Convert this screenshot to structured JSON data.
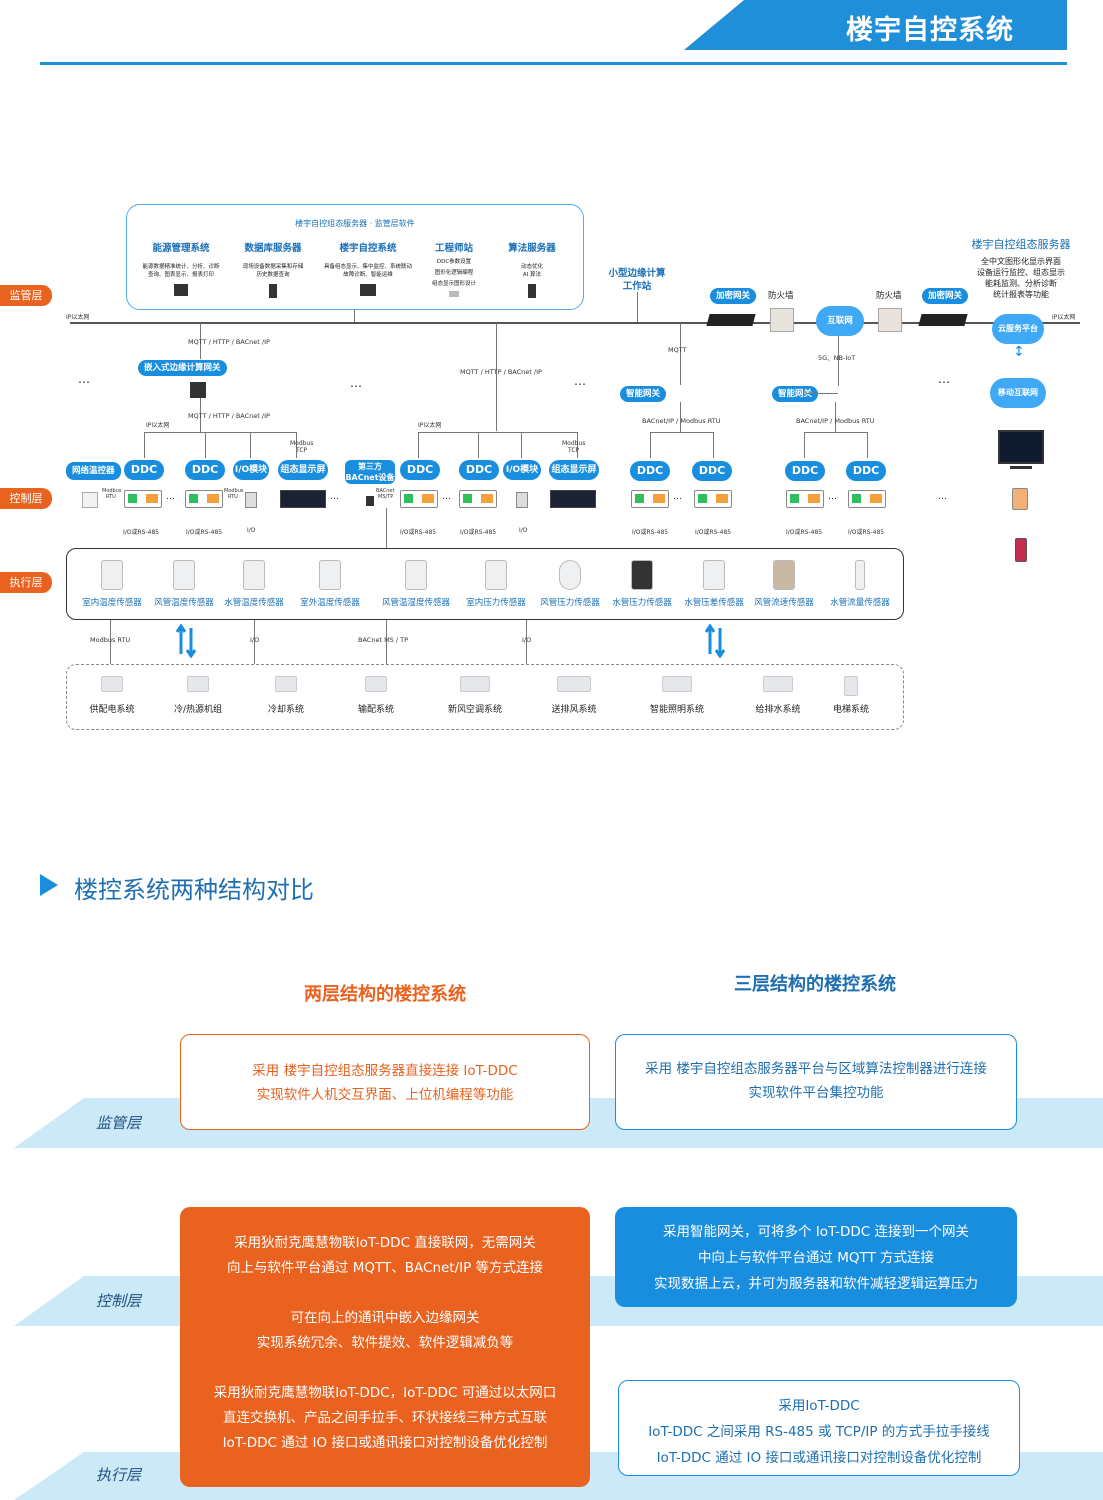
{
  "header": {
    "title": "楼宇自控系统"
  },
  "layers": {
    "supervise": "监管层",
    "control": "控制层",
    "execute": "执行层"
  },
  "server_box": {
    "title": "楼宇自控组态服务器 · 监管层软件",
    "cols": [
      {
        "name": "能源管理系统",
        "desc1": "能源数据精准统计、分析、诊断",
        "desc2": "查询、图表显示、报表打印"
      },
      {
        "name": "数据库服务器",
        "desc1": "现场设备数据采集和存储",
        "desc2": "历史数据查询"
      },
      {
        "name": "楼宇自控系统",
        "desc1": "具备组态显示、集中监控、系统联动",
        "desc2": "故障诊断、智能运维"
      },
      {
        "name": "工程师站",
        "desc1": "DDC参数设置",
        "desc2": "图形化逻辑编程",
        "desc3": "组态显示图形设计"
      },
      {
        "name": "算法服务器",
        "desc1": "动态优化",
        "desc2": "AI 算法"
      }
    ]
  },
  "edge": {
    "title1": "小型边缘计算",
    "title2": "工作站"
  },
  "right_server": {
    "title": "楼宇自控组态服务器",
    "l1": "全中文图形化显示界面",
    "l2": "设备运行监控、组态显示",
    "l3": "能耗监测、分析诊断",
    "l4": "统计报表等功能"
  },
  "net": {
    "ethernet": "IP以太网",
    "enc_gw": "加密网关",
    "firewall": "防火墙",
    "internet": "互联网",
    "cloud": "云服务平台",
    "mobile": "移动互联网",
    "mqtt_http": "MQTT / HTTP / BACnet /IP",
    "mqtt": "MQTT",
    "g5": "5G、NB-IoT",
    "bacnet_modbus": "BACnet/IP / Modbus RTU",
    "embedded_gw": "嵌入式边缘计算网关",
    "smart_gw": "智能网关",
    "modbus_tcp1": "Modbus",
    "modbus_tcp2": "TCP",
    "dots": "…"
  },
  "control": {
    "net_thermo": "网络温控器",
    "ddc": "DDC",
    "io": "I/O模块",
    "display": "组态显示屏",
    "third1": "第三方",
    "third2": "BACnet设备",
    "modbus_rtu1": "Modbus",
    "modbus_rtu2": "RTU",
    "bacnet_mstp1": "BACnet",
    "bacnet_mstp2": "MS/TP",
    "io_rs485": "I/O或RS-485",
    "io_only": "I/O"
  },
  "sensors": [
    "室内温度传感器",
    "风管温度传感器",
    "水管温度传感器",
    "室外温度传感器",
    "风管温湿度传感器",
    "室内压力传感器",
    "风管压力传感器",
    "水管压力传感器",
    "水管压差传感器",
    "风管流速传感器",
    "水管流量传感器"
  ],
  "bus_labels": {
    "modbus": "Modbus  RTU",
    "io1": "I/O",
    "bacnet_mstp": "BACnet MS / TP",
    "io2": "I/O"
  },
  "systems": [
    "供配电系统",
    "冷/热源机组",
    "冷却系统",
    "输配系统",
    "新风空调系统",
    "送排风系统",
    "智能照明系统",
    "给排水系统",
    "电梯系统"
  ],
  "compare": {
    "title": "楼控系统两种结构对比",
    "left_title": "两层结构的楼控系统",
    "right_title": "三层结构的楼控系统",
    "band_supervise": "监管层",
    "band_control": "控制层",
    "band_execute": "执行层",
    "sup_left": [
      "采用 楼宇自控组态服务器直接连接 IoT-DDC",
      "实现软件人机交互界面、上位机编程等功能"
    ],
    "sup_right": [
      "采用 楼宇自控组态服务器平台与区域算法控制器进行连接",
      "实现软件平台集控功能"
    ],
    "ctrl_left": [
      "采用狄耐克鹰慧物联IoT-DDC 直接联网，无需网关",
      "向上与软件平台通过 MQTT、BACnet/IP 等方式连接",
      "",
      "可在向上的通讯中嵌入边缘网关",
      "实现系统冗余、软件提效、软件逻辑减负等",
      "",
      "采用狄耐克鹰慧物联IoT-DDC，IoT-DDC 可通过以太网口",
      "直连交换机、产品之间手拉手、环状接线三种方式互联",
      "IoT-DDC 通过 IO 接口或通讯接口对控制设备优化控制"
    ],
    "ctrl_right": [
      "采用智能网关，可将多个 IoT-DDC 连接到一个网关",
      "中向上与软件平台通过 MQTT 方式连接",
      "实现数据上云，并可为服务器和软件减轻逻辑运算压力"
    ],
    "exe_right": [
      "采用IoT-DDC",
      "IoT-DDC 之间采用 RS-485 或 TCP/IP 的方式手拉手接线",
      "IoT-DDC 通过 IO 接口或通讯接口对控制设备优化控制"
    ]
  },
  "colors": {
    "blue": "#1a8ede",
    "orange": "#e9621f",
    "band": "#cbe9f6"
  }
}
